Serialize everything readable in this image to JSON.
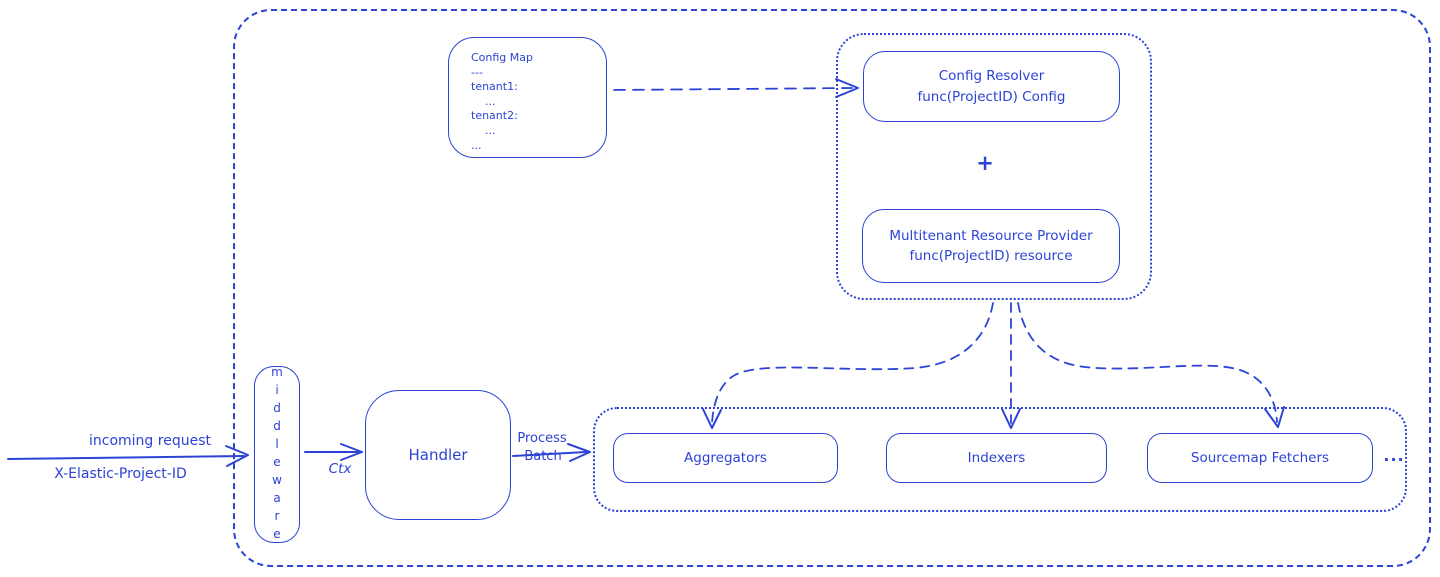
{
  "colors": {
    "ink": "#2c43d6",
    "background": "#ffffff"
  },
  "config_map": {
    "lines": [
      "Config Map",
      "---",
      "tenant1:",
      "...",
      "tenant2:",
      "...",
      "..."
    ]
  },
  "resolver_group": {
    "config_resolver_line1": "Config Resolver",
    "config_resolver_line2": "func(ProjectID) Config",
    "plus": "+",
    "provider_line1": "Multitenant Resource Provider",
    "provider_line2": "func(ProjectID) resource"
  },
  "request_flow": {
    "incoming_label": "incoming request",
    "header_label": "X-Elastic-Project-ID",
    "middleware_label": "middleware",
    "ctx_label": "Ctx",
    "handler_label": "Handler",
    "process_line1": "Process",
    "process_line2": "Batch"
  },
  "pipeline": {
    "boxes": [
      {
        "label": "Aggregators"
      },
      {
        "label": "Indexers"
      },
      {
        "label": "Sourcemap Fetchers"
      }
    ],
    "more_label": "..."
  }
}
